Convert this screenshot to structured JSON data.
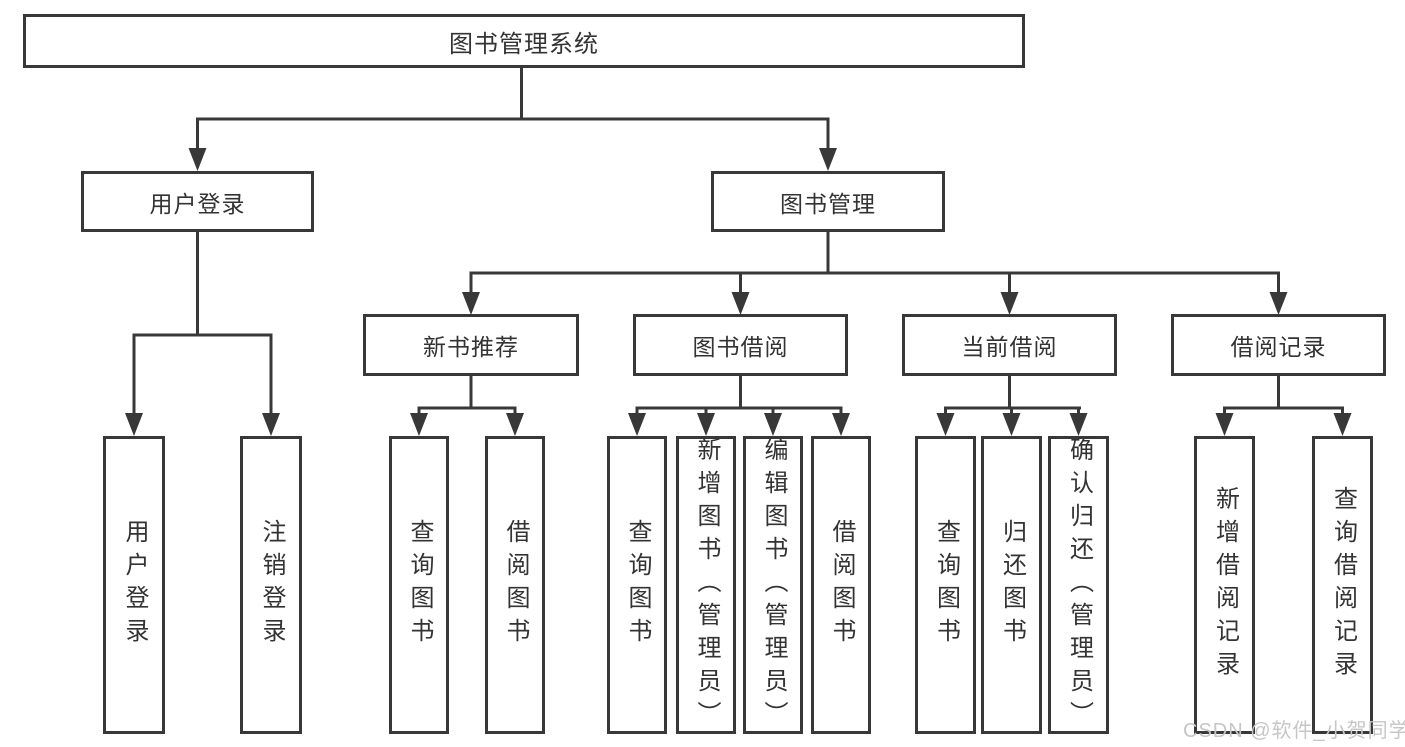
{
  "diagram": {
    "title": "图书管理系统",
    "branches": [
      {
        "label": "用户登录",
        "leaves": [
          "用户登录",
          "注销登录"
        ]
      },
      {
        "label": "图书管理",
        "groups": [
          {
            "label": "新书推荐",
            "leaves": [
              "查询图书",
              "借阅图书"
            ]
          },
          {
            "label": "图书借阅",
            "leaves": [
              "查询图书",
              "新增图书（管理员）",
              "编辑图书（管理员）",
              "借阅图书"
            ]
          },
          {
            "label": "当前借阅",
            "leaves": [
              "查询图书",
              "归还图书",
              "确认归还（管理员）"
            ]
          },
          {
            "label": "借阅记录",
            "leaves": [
              "新增借阅记录",
              "查询借阅记录"
            ]
          }
        ]
      }
    ]
  },
  "colors": {
    "line": "#383838",
    "text": "#333333",
    "background": "#ffffff",
    "watermark": "#c6c6c6"
  },
  "watermark": "CSDN @软件_小贺同学"
}
